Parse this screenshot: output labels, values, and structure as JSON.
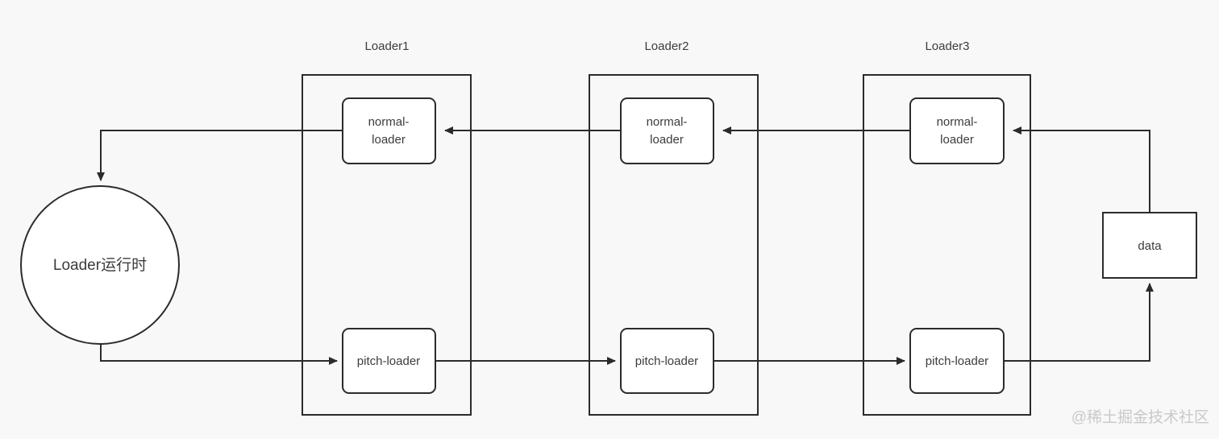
{
  "diagram": {
    "background_color": "#f8f8f8",
    "stroke_color": "#2b2b2b",
    "text_color": "#3c3c3c",
    "groups": [
      {
        "id": "loader1",
        "label": "Loader1"
      },
      {
        "id": "loader2",
        "label": "Loader2"
      },
      {
        "id": "loader3",
        "label": "Loader3"
      }
    ],
    "nodes": {
      "runtime": {
        "label": "Loader运行时",
        "shape": "circle"
      },
      "loader1_normal": {
        "label_line1": "normal-",
        "label_line2": "loader",
        "shape": "rounded-rect"
      },
      "loader1_pitch": {
        "label": "pitch-loader",
        "shape": "rounded-rect"
      },
      "loader2_normal": {
        "label_line1": "normal-",
        "label_line2": "loader",
        "shape": "rounded-rect"
      },
      "loader2_pitch": {
        "label": "pitch-loader",
        "shape": "rounded-rect"
      },
      "loader3_normal": {
        "label_line1": "normal-",
        "label_line2": "loader",
        "shape": "rounded-rect"
      },
      "loader3_pitch": {
        "label": "pitch-loader",
        "shape": "rounded-rect"
      },
      "data": {
        "label": "data",
        "shape": "rect"
      }
    },
    "edges": [
      {
        "from": "runtime",
        "to": "loader1_pitch",
        "direction": "right"
      },
      {
        "from": "loader1_pitch",
        "to": "loader2_pitch",
        "direction": "right"
      },
      {
        "from": "loader2_pitch",
        "to": "loader3_pitch",
        "direction": "right"
      },
      {
        "from": "loader3_pitch",
        "to": "data",
        "direction": "up"
      },
      {
        "from": "data",
        "to": "loader3_normal",
        "direction": "left"
      },
      {
        "from": "loader3_normal",
        "to": "loader2_normal",
        "direction": "left"
      },
      {
        "from": "loader2_normal",
        "to": "loader1_normal",
        "direction": "left"
      },
      {
        "from": "loader1_normal",
        "to": "runtime",
        "direction": "down"
      }
    ]
  },
  "watermark": {
    "text": "@稀土掘金技术社区"
  }
}
